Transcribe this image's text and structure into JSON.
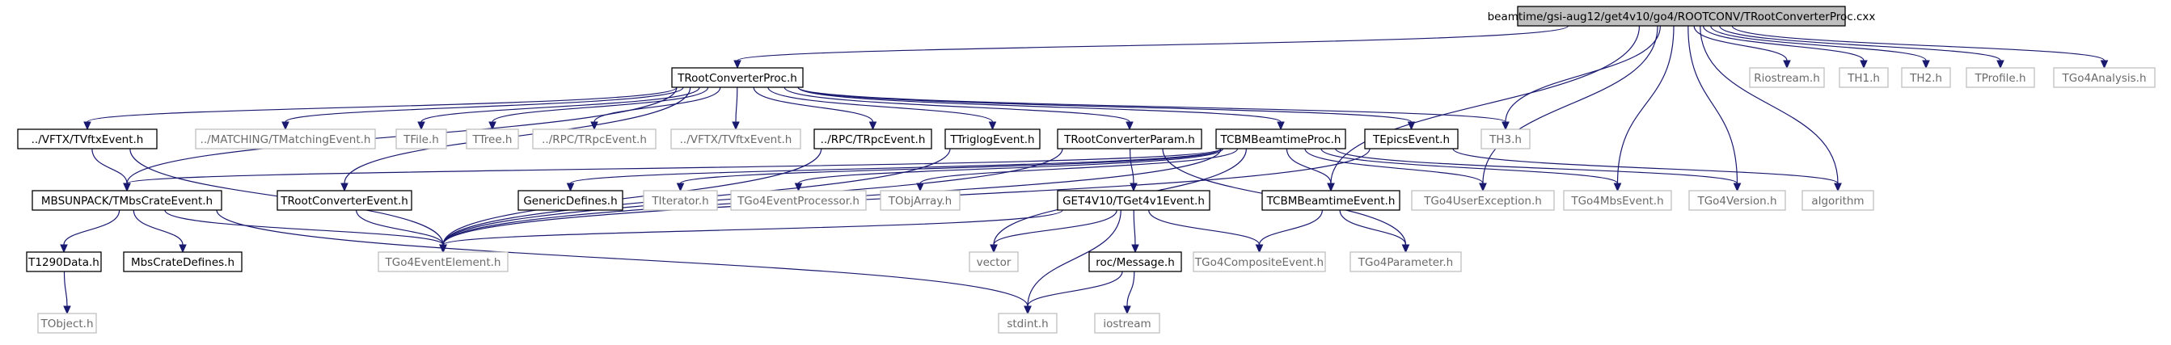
{
  "colors": {
    "edge": "#191970",
    "root_fill": "#bfbfbf",
    "node_stroke": "#000000",
    "ext_stroke": "#bfbfbf",
    "ext_text": "#6a6a6a",
    "text": "#000000"
  },
  "nodes": [
    {
      "id": "root",
      "label": "beamtime/gsi-aug12/get4v10/go4/ROOTCONV/TRootConverterProc.cxx",
      "kind": "root"
    },
    {
      "id": "trcp_h",
      "label": "TRootConverterProc.h",
      "kind": "doc"
    },
    {
      "id": "riostream",
      "label": "Riostream.h",
      "kind": "ext"
    },
    {
      "id": "th1",
      "label": "TH1.h",
      "kind": "ext"
    },
    {
      "id": "th2",
      "label": "TH2.h",
      "kind": "ext"
    },
    {
      "id": "tprofile",
      "label": "TProfile.h",
      "kind": "ext"
    },
    {
      "id": "tgo4analysis",
      "label": "TGo4Analysis.h",
      "kind": "ext"
    },
    {
      "id": "vftx_tvftx",
      "label": "../VFTX/TVftxEvent.h",
      "kind": "doc"
    },
    {
      "id": "matching",
      "label": "../MATCHING/TMatchingEvent.h",
      "kind": "ext"
    },
    {
      "id": "tfile",
      "label": "TFile.h",
      "kind": "ext"
    },
    {
      "id": "ttree",
      "label": "TTree.h",
      "kind": "ext"
    },
    {
      "id": "rpc_ext",
      "label": "../RPC/TRpcEvent.h",
      "kind": "ext"
    },
    {
      "id": "vftx_ext",
      "label": "../VFTX/TVftxEvent.h",
      "kind": "ext"
    },
    {
      "id": "rpc_doc",
      "label": "../RPC/TRpcEvent.h",
      "kind": "doc"
    },
    {
      "id": "ttriglog",
      "label": "TTriglogEvent.h",
      "kind": "doc"
    },
    {
      "id": "trcparam",
      "label": "TRootConverterParam.h",
      "kind": "doc"
    },
    {
      "id": "tcbmproc",
      "label": "TCBMBeamtimeProc.h",
      "kind": "doc"
    },
    {
      "id": "tepics",
      "label": "TEpicsEvent.h",
      "kind": "doc"
    },
    {
      "id": "th3",
      "label": "TH3.h",
      "kind": "ext"
    },
    {
      "id": "mbsunpack",
      "label": "MBSUNPACK/TMbsCrateEvent.h",
      "kind": "doc"
    },
    {
      "id": "trcevent",
      "label": "TRootConverterEvent.h",
      "kind": "doc"
    },
    {
      "id": "genericdefs",
      "label": "GenericDefines.h",
      "kind": "doc"
    },
    {
      "id": "titerator",
      "label": "TIterator.h",
      "kind": "ext"
    },
    {
      "id": "tgo4evproc",
      "label": "TGo4EventProcessor.h",
      "kind": "ext"
    },
    {
      "id": "tobjarray",
      "label": "TObjArray.h",
      "kind": "ext"
    },
    {
      "id": "get4v1event",
      "label": "GET4V10/TGet4v1Event.h",
      "kind": "doc"
    },
    {
      "id": "tcbmevent",
      "label": "TCBMBeamtimeEvent.h",
      "kind": "doc"
    },
    {
      "id": "tgo4userexc",
      "label": "TGo4UserException.h",
      "kind": "ext"
    },
    {
      "id": "tgo4mbsevent",
      "label": "TGo4MbsEvent.h",
      "kind": "ext"
    },
    {
      "id": "tgo4version",
      "label": "TGo4Version.h",
      "kind": "ext"
    },
    {
      "id": "algorithm",
      "label": "algorithm",
      "kind": "ext"
    },
    {
      "id": "t1290",
      "label": "T1290Data.h",
      "kind": "doc"
    },
    {
      "id": "mbscratedefs",
      "label": "MbsCrateDefines.h",
      "kind": "doc"
    },
    {
      "id": "tgo4evelem",
      "label": "TGo4EventElement.h",
      "kind": "ext"
    },
    {
      "id": "vector",
      "label": "vector",
      "kind": "ext"
    },
    {
      "id": "rocmessage",
      "label": "roc/Message.h",
      "kind": "doc"
    },
    {
      "id": "tgo4composite",
      "label": "TGo4CompositeEvent.h",
      "kind": "ext"
    },
    {
      "id": "tgo4param",
      "label": "TGo4Parameter.h",
      "kind": "ext"
    },
    {
      "id": "tobject",
      "label": "TObject.h",
      "kind": "ext"
    },
    {
      "id": "iostream",
      "label": "iostream",
      "kind": "ext"
    },
    {
      "id": "stdint",
      "label": "stdint.h",
      "kind": "ext"
    }
  ],
  "edges": [
    [
      "root",
      "trcp_h"
    ],
    [
      "root",
      "riostream"
    ],
    [
      "root",
      "th1"
    ],
    [
      "root",
      "th2"
    ],
    [
      "root",
      "tprofile"
    ],
    [
      "root",
      "tgo4analysis"
    ],
    [
      "root",
      "th3"
    ],
    [
      "root",
      "tcbmevent"
    ],
    [
      "root",
      "tgo4userexc"
    ],
    [
      "root",
      "tgo4mbsevent"
    ],
    [
      "root",
      "tgo4version"
    ],
    [
      "root",
      "algorithm"
    ],
    [
      "trcp_h",
      "vftx_tvftx"
    ],
    [
      "trcp_h",
      "matching"
    ],
    [
      "trcp_h",
      "tfile"
    ],
    [
      "trcp_h",
      "ttree"
    ],
    [
      "trcp_h",
      "rpc_ext"
    ],
    [
      "trcp_h",
      "vftx_ext"
    ],
    [
      "trcp_h",
      "rpc_doc"
    ],
    [
      "trcp_h",
      "ttriglog"
    ],
    [
      "trcp_h",
      "trcparam"
    ],
    [
      "trcp_h",
      "tcbmproc"
    ],
    [
      "trcp_h",
      "tepics"
    ],
    [
      "trcp_h",
      "th3"
    ],
    [
      "trcp_h",
      "mbsunpack"
    ],
    [
      "trcp_h",
      "trcevent"
    ],
    [
      "vftx_tvftx",
      "mbsunpack"
    ],
    [
      "vftx_tvftx",
      "tgo4evelem"
    ],
    [
      "rpc_doc",
      "tgo4evelem"
    ],
    [
      "ttriglog",
      "tgo4evelem"
    ],
    [
      "trcparam",
      "tgo4evelem"
    ],
    [
      "trcparam",
      "get4v1event"
    ],
    [
      "trcparam",
      "tgo4param"
    ],
    [
      "tcbmproc",
      "mbsunpack"
    ],
    [
      "tcbmproc",
      "genericdefs"
    ],
    [
      "tcbmproc",
      "titerator"
    ],
    [
      "tcbmproc",
      "tgo4evproc"
    ],
    [
      "tcbmproc",
      "tobjarray"
    ],
    [
      "tcbmproc",
      "tcbmevent"
    ],
    [
      "tcbmproc",
      "tgo4userexc"
    ],
    [
      "tcbmproc",
      "tgo4mbsevent"
    ],
    [
      "tcbmproc",
      "tgo4version"
    ],
    [
      "tcbmproc",
      "vector"
    ],
    [
      "tcbmproc",
      "tgo4evelem"
    ],
    [
      "tepics",
      "tgo4evelem"
    ],
    [
      "tepics",
      "algorithm"
    ],
    [
      "mbsunpack",
      "t1290"
    ],
    [
      "mbsunpack",
      "mbscratedefs"
    ],
    [
      "mbsunpack",
      "tgo4evelem"
    ],
    [
      "mbsunpack",
      "stdint"
    ],
    [
      "trcevent",
      "tgo4evelem"
    ],
    [
      "t1290",
      "tobject"
    ],
    [
      "get4v1event",
      "tgo4evelem"
    ],
    [
      "get4v1event",
      "vector"
    ],
    [
      "get4v1event",
      "rocmessage"
    ],
    [
      "get4v1event",
      "tgo4composite"
    ],
    [
      "get4v1event",
      "stdint"
    ],
    [
      "tcbmevent",
      "tgo4composite"
    ],
    [
      "tcbmevent",
      "tgo4param"
    ],
    [
      "rocmessage",
      "iostream"
    ],
    [
      "rocmessage",
      "stdint"
    ]
  ]
}
